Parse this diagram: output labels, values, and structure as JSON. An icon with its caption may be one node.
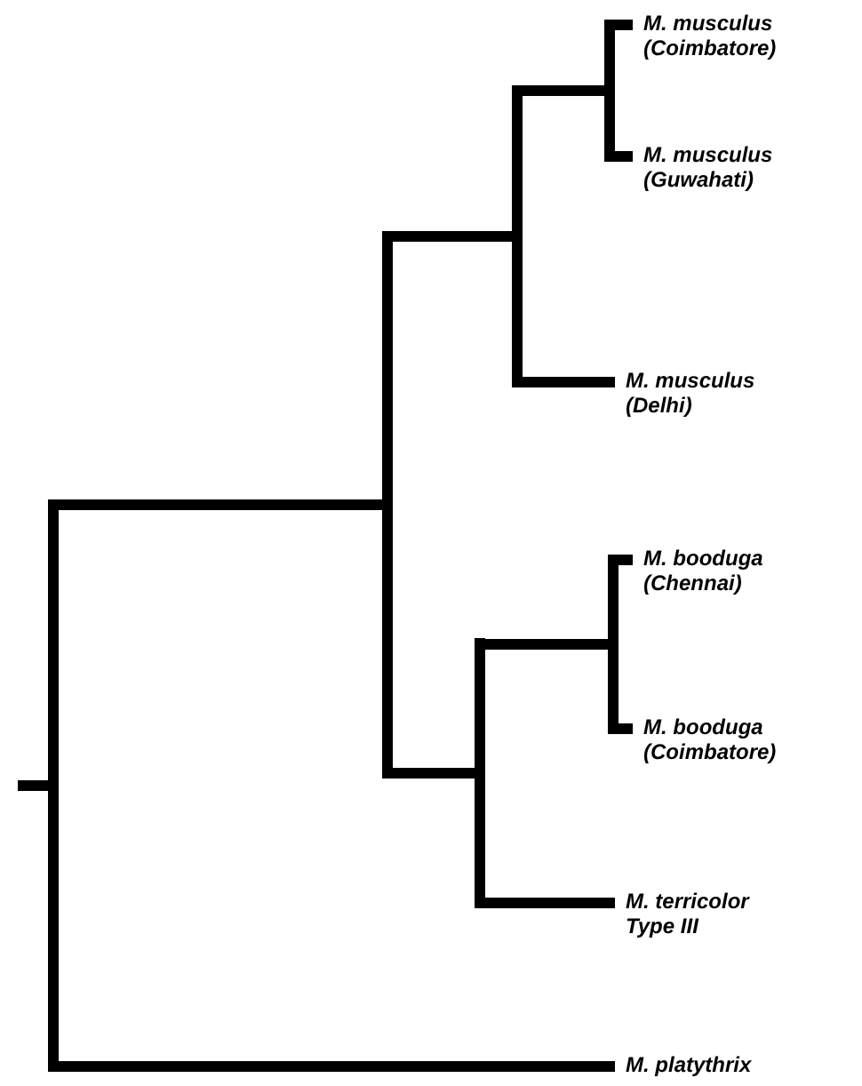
{
  "diagram": {
    "nodes": [
      {
        "text": [],
        "shape": "bar"
      },
      {
        "text": [],
        "shape": "bar"
      },
      {
        "text": [],
        "shape": "bar"
      },
      {
        "text": [],
        "shape": "bar"
      },
      {
        "text": [
          "M. musculus (Coimbatore)"
        ]
      },
      {
        "text": [
          "M. musculus (Guwahati)"
        ]
      },
      {
        "text": [
          "M. musculus (Delhi)"
        ]
      },
      {
        "text": [],
        "shape": "bar"
      },
      {
        "text": [],
        "shape": "bar"
      },
      {
        "text": [
          "M. booduga (Chennai)"
        ]
      },
      {
        "text": [
          "M. booduga (Coimbatore)"
        ]
      },
      {
        "text": [
          "M. terricolor Type III"
        ]
      },
      {
        "text": [
          "M. platythrix"
        ]
      }
    ],
    "edges": [
      {
        "from": null,
        "to": 0,
        "arrow": "none"
      },
      {
        "from": 0,
        "to": 1,
        "arrow": "none"
      },
      {
        "from": 0,
        "to": 12,
        "arrow": "none"
      },
      {
        "from": 1,
        "to": 2,
        "arrow": "none"
      },
      {
        "from": 1,
        "to": 7,
        "arrow": "none"
      },
      {
        "from": 2,
        "to": 3,
        "arrow": "none"
      },
      {
        "from": 2,
        "to": 6,
        "arrow": "none"
      },
      {
        "from": 3,
        "to": 4,
        "arrow": "none"
      },
      {
        "from": 3,
        "to": 5,
        "arrow": "none"
      },
      {
        "from": 7,
        "to": 8,
        "arrow": "none"
      },
      {
        "from": 7,
        "to": 11,
        "arrow": "none"
      },
      {
        "from": 8,
        "to": 9,
        "arrow": "none"
      },
      {
        "from": 8,
        "to": 10,
        "arrow": "none"
      }
    ]
  }
}
